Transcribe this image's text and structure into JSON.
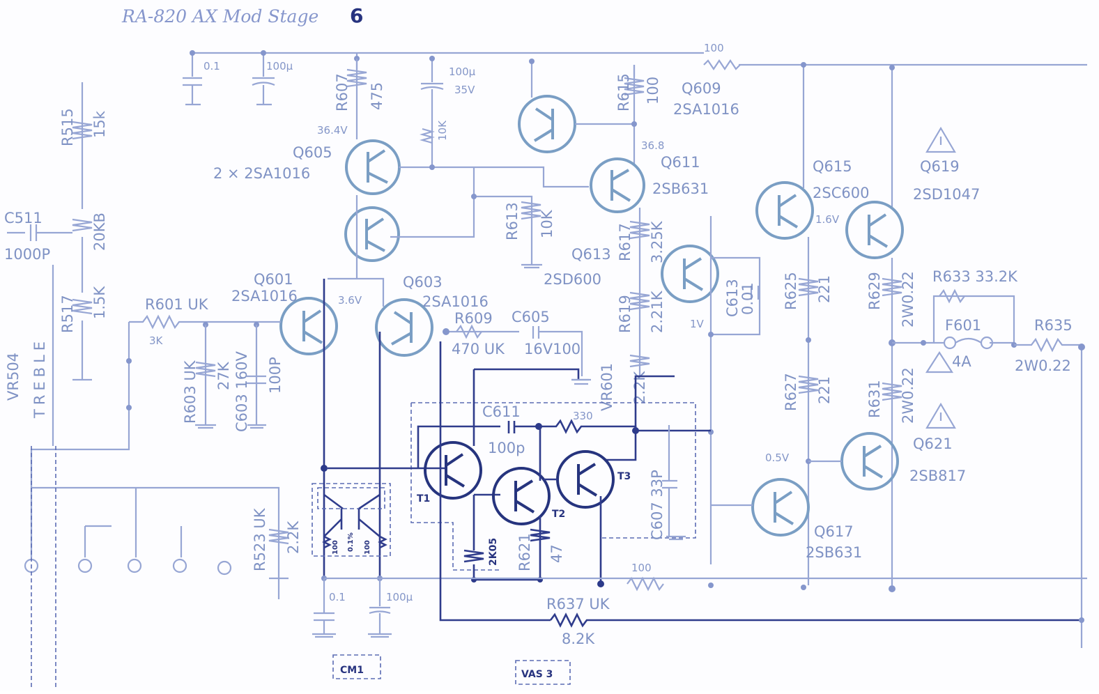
{
  "title": {
    "text": "RA-820 AX  Mod  Stage",
    "stage": "6"
  },
  "colors": {
    "wire": "#97a6d4",
    "dark_wire": "#2f3c8c",
    "label": "#7f92c4",
    "transistor": "#7a9ec4"
  },
  "left_labels": {
    "r515": "R515",
    "r515_val": "15k",
    "c511": "C511",
    "c511_val": "1000P",
    "pot": "20KB",
    "r517": "R517",
    "r517_val": "1.5K",
    "vr504": "VR504",
    "treble": "TREBLE",
    "r523": "R523 UK",
    "r523_val": "2.2K"
  },
  "supply_caps": {
    "c1": "0.1",
    "c2": "100µ",
    "c3": "100µ",
    "c3v": "35V"
  },
  "transistors": {
    "q605": "Q605",
    "q605_type": "2 × 2SA1016",
    "q601": "Q601",
    "q601_type": "2SA1016",
    "q603": "Q603",
    "q603_type": "2SA1016",
    "q609": "Q609",
    "q609_type": "2SA1016",
    "q611": "Q611",
    "q611_type": "2SB631",
    "q613": "Q613",
    "q613_type": "2SD600",
    "q615": "Q615",
    "q615_type": "2SC600",
    "q619": "Q619",
    "q619_type": "2SD1047",
    "q621": "Q621",
    "q621_type": "2SB817",
    "q617": "Q617",
    "q617_type": "2SB631",
    "t1": "T1",
    "t2": "T2",
    "t3": "T3"
  },
  "resistors": {
    "r607": "R607",
    "r607_val": "475",
    "r10k": "10K",
    "r613": "R613",
    "r613_val": "10K",
    "r615": "R615",
    "r615_val": "100",
    "r100_top": "100",
    "r617": "R617",
    "r617_val": "3.25K",
    "r619": "R619",
    "r619_val": "2.21K",
    "vr601": "VR601",
    "vr601_val": "2.2K",
    "r601": "R601 UK",
    "r601_val": "3K",
    "r603": "R603 UK",
    "r603_val": "27K",
    "r609": "R609",
    "r609_val": "470 UK",
    "r625": "R625",
    "r625_val": "221",
    "r627": "R627",
    "r627_val": "221",
    "r629": "R629",
    "r629_val": "2W0.22",
    "r631": "R631",
    "r631_val": "2W0.22",
    "r633": "R633  33.2K",
    "r635": "R635",
    "r635_val": "2W0.22",
    "r637": "R637 UK",
    "r637_val": "8.2K",
    "r330": "330",
    "r2k05": "2K05",
    "r100_bot": "100",
    "r621": "R621",
    "r621_val": "47"
  },
  "caps": {
    "c603": "C603 160V",
    "c603_val": "100P",
    "c605": "C605",
    "c605_val": "16V100",
    "c613": "C613",
    "c613_val": "0.01",
    "c611": "C611",
    "c611_val": "100p",
    "c607": "C607 33P",
    "c_bot1": "0.1",
    "c_bot2": "100µ"
  },
  "fuse": {
    "name": "F601",
    "rating": "4A"
  },
  "volts": {
    "v1": "36.4V",
    "v2": "36.8",
    "v3": "1V",
    "v4": "1.6V",
    "v5": "3.6V",
    "v6": "0.5V"
  },
  "cm": {
    "label": "CM1",
    "r1": "100",
    "r2": "0.1%",
    "r3": "100"
  },
  "vas": {
    "label": "VAS 3"
  }
}
